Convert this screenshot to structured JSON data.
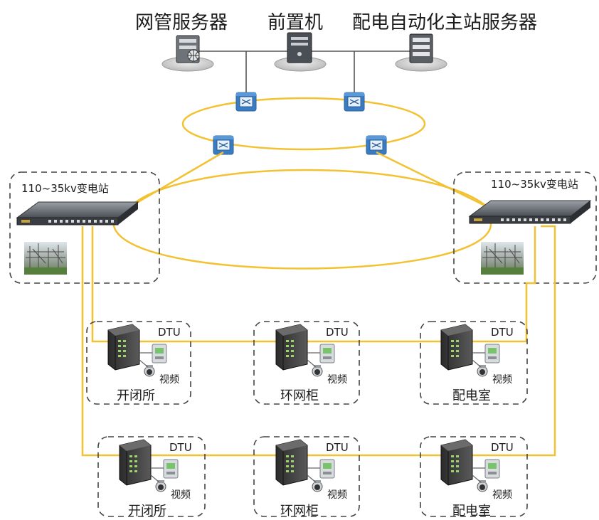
{
  "servers": {
    "nms_label": "网管服务器",
    "frontend_label": "前置机",
    "master_label": "配电自动化主站服务器"
  },
  "substations": {
    "left_label": "110~35kv变电站",
    "right_label": "110~35kv变电站"
  },
  "device": {
    "dtu_label": "DTU",
    "video_label": "视频"
  },
  "sites": {
    "row1": [
      "开闭所",
      "环网柜",
      "配电室"
    ],
    "row2": [
      "开闭所",
      "环网柜",
      "配电室"
    ]
  },
  "colors": {
    "fiber": "#f2c233",
    "switch_blue": "#3a7cc4"
  }
}
